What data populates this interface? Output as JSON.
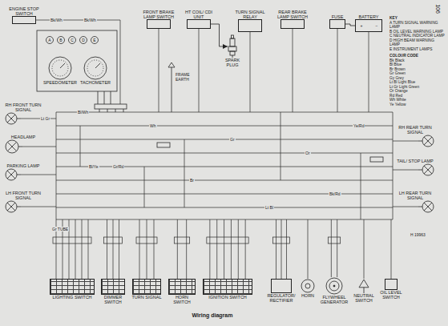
{
  "diagram": {
    "caption": "Wiring diagram",
    "nodes": [
      {
        "text": [
          "ENGINE STOP SWITCH"
        ]
      },
      {
        "text": [
          "FRONT BRAKE LAMP SWITCH"
        ]
      },
      {
        "text": [
          "HT COIL/ CDI UNIT"
        ]
      },
      {
        "text": [
          "TURN SIGNAL RELAY"
        ]
      },
      {
        "text": [
          "REAR BRAKE LAMP SWITCH"
        ]
      },
      {
        "text": [
          "FUSE"
        ]
      },
      {
        "text": [
          "BATTERY"
        ]
      },
      {
        "text": [
          "SPEEDOMETER"
        ]
      },
      {
        "text": [
          "TACHOMETER"
        ]
      },
      {
        "text": [
          "SPARK PLUG"
        ]
      },
      {
        "text": [
          "RH FRONT TURN SIGNAL"
        ]
      },
      {
        "text": [
          "HEADLAMP"
        ]
      },
      {
        "text": [
          "RH REAR TURN SIGNAL"
        ]
      },
      {
        "text": [
          "TAIL/ STOP LAMP"
        ]
      },
      {
        "text": [
          "PARKING LAMP"
        ]
      },
      {
        "text": [
          "LH FRONT TURN SIGNAL"
        ]
      },
      {
        "text": [
          "LH REAR TURN SIGNAL"
        ]
      },
      {
        "text": [
          "LIGHTING SWITCH"
        ]
      },
      {
        "text": [
          "DIMMER SWITCH"
        ]
      },
      {
        "text": [
          "TURN SIGNAL"
        ]
      },
      {
        "text": [
          "HORN SWITCH"
        ]
      },
      {
        "text": [
          "IGNITION SWITCH"
        ]
      },
      {
        "text": [
          "REGULATOR/ RECTIFIER"
        ]
      },
      {
        "text": [
          "HORN"
        ]
      },
      {
        "text": [
          "FLYWHEEL GENERATOR"
        ]
      },
      {
        "text": [
          "NEUTRAL SWITCH"
        ]
      },
      {
        "text": [
          "OIL LEVEL SWITCH"
        ]
      }
    ],
    "edges": [
      {
        "from": 2,
        "to": 9,
        "arrow": "to"
      },
      {
        "from": 5,
        "to": 6,
        "arrow": "none"
      }
    ],
    "labels": [
      "A",
      "B",
      "C",
      "D",
      "E",
      "FRAME EARTH",
      "Bk/Wh",
      "Bk/Wh",
      "KEY",
      "A TURN SIGNAL WARNING LAMP",
      "B OIL LEVEL WARNING LAMP",
      "C NEUTRAL INDICATOR LAMP",
      "D HIGH BEAM WARNING LAMP",
      "E INSTRUMENT LAMPS",
      "COLOUR CODE",
      "Bk Black",
      "Bl Blue",
      "Br Brown",
      "Gr Green",
      "Gy Grey",
      "Lt Bl Light Blue",
      "Lt Gr Light Green",
      "Or Orange",
      "Rd Red",
      "Wh White",
      "Ye Yellow",
      "+",
      "−",
      "Lt Gr",
      "Bl/Wh",
      "Wh",
      "Gr",
      "Or",
      "Gr/Rd",
      "Br",
      "Bk/Rd",
      "Lt Bl",
      "Gr TUBE",
      "Ye/Rd",
      "Bl/Ye",
      "H 19963",
      "106"
    ]
  }
}
